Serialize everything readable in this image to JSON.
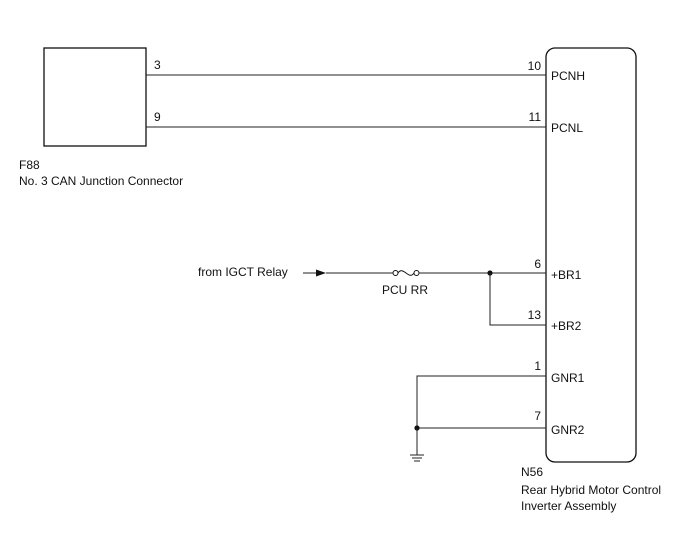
{
  "connector_f88": {
    "id": "F88",
    "name": "No. 3 CAN Junction Connector",
    "pins": {
      "can_h": "3",
      "can_l": "9"
    }
  },
  "ecu_n56": {
    "id": "N56",
    "name_line1": "Rear Hybrid Motor Control",
    "name_line2": "Inverter Assembly",
    "pins": [
      {
        "num": "10",
        "label": "PCNH"
      },
      {
        "num": "11",
        "label": "PCNL"
      },
      {
        "num": "6",
        "label": "+BR1"
      },
      {
        "num": "13",
        "label": "+BR2"
      },
      {
        "num": "1",
        "label": "GNR1"
      },
      {
        "num": "7",
        "label": "GNR2"
      }
    ]
  },
  "power_source": {
    "label": "from IGCT Relay"
  },
  "fuse": {
    "label": "PCU RR"
  },
  "icons": [
    "arrow-right-icon",
    "fuse-icon",
    "ground-icon",
    "splice-dot-icon"
  ]
}
